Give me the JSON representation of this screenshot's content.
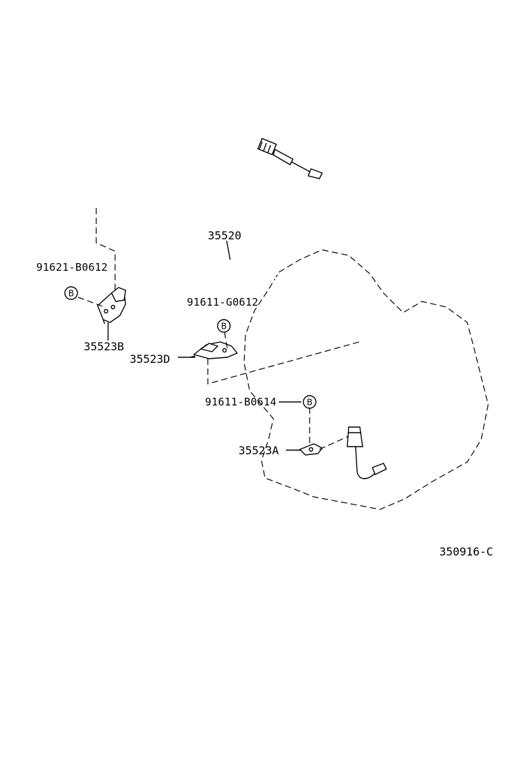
{
  "diagram": {
    "callouts": {
      "cable": "35520",
      "bolt_upper_left": "91621-B0612",
      "bracket_b": "35523B",
      "bolt_middle": "91611-G0612",
      "bracket_d": "35523D",
      "bolt_lower": "91611-B0614",
      "bracket_a": "35523A"
    },
    "bubble_letter": "B",
    "figure_code": "350916-C"
  }
}
